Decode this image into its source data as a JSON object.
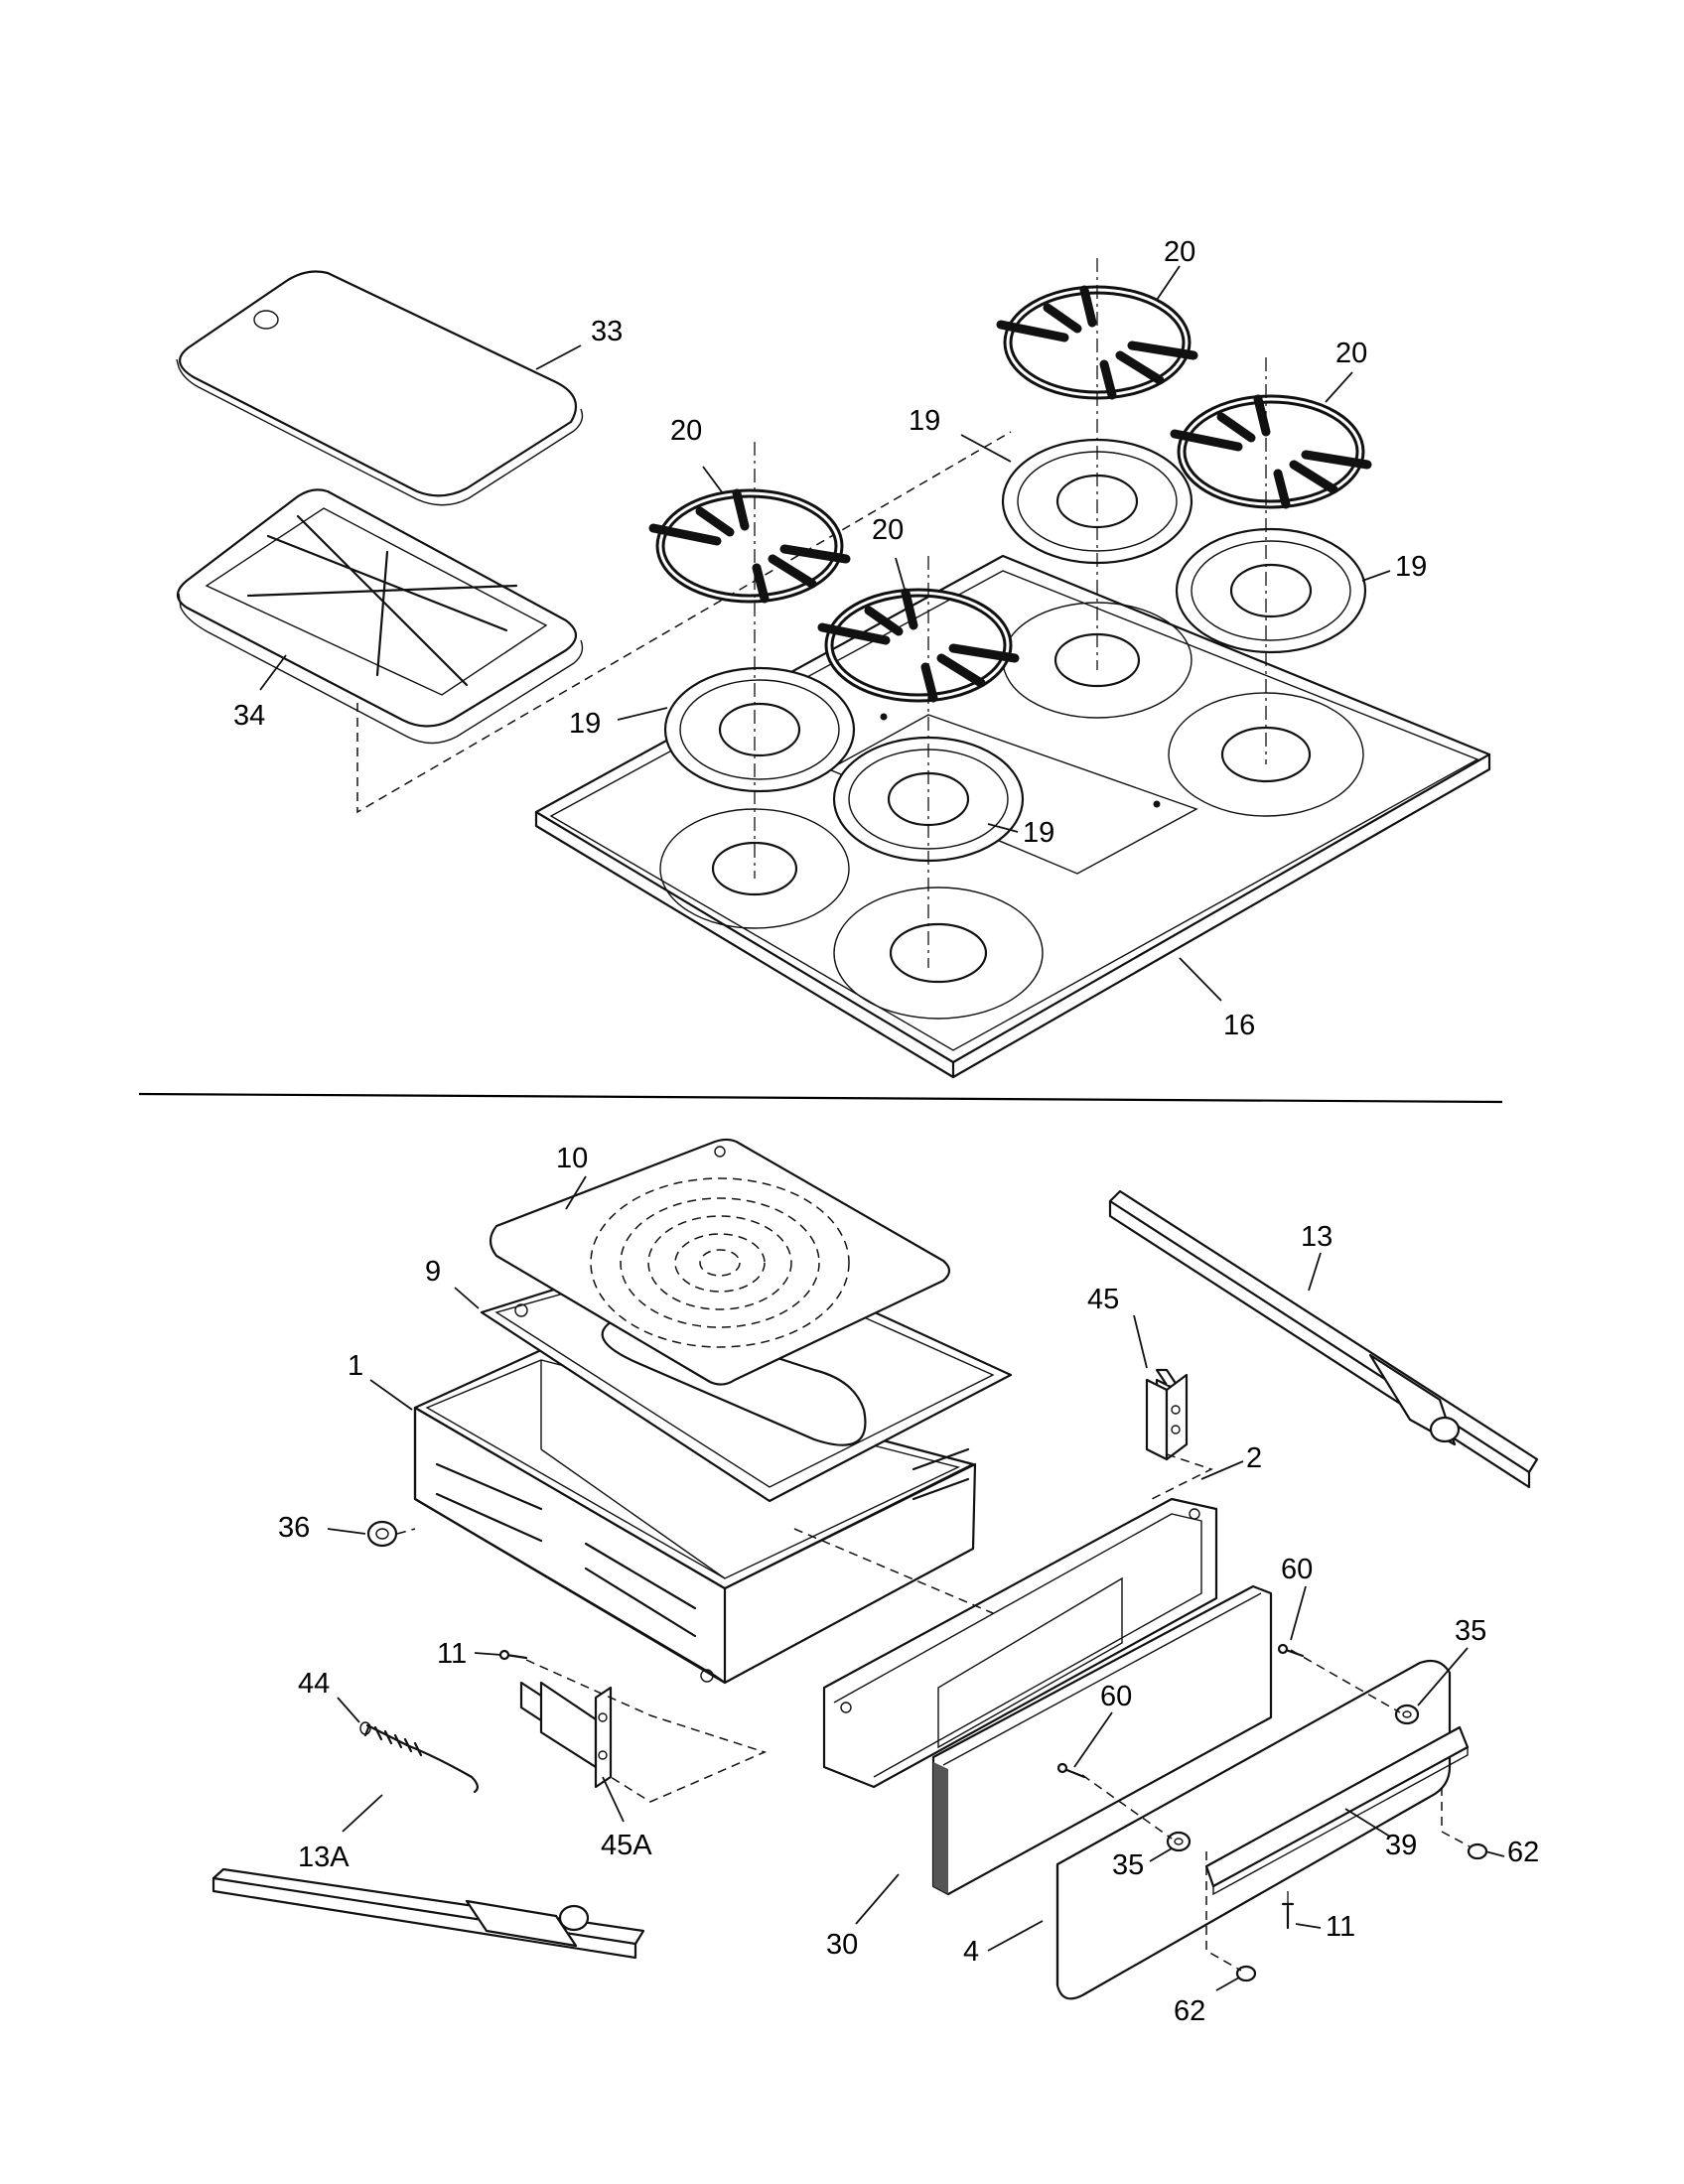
{
  "divider_color": "#000000",
  "callouts": {
    "c33": "33",
    "c34": "34",
    "c16": "16",
    "c19a": "19",
    "c19b": "19",
    "c19c": "19",
    "c19d": "19",
    "c20a": "20",
    "c20b": "20",
    "c20c": "20",
    "c20d": "20",
    "c10": "10",
    "c9": "9",
    "c1": "1",
    "c36": "36",
    "c13": "13",
    "c45": "45",
    "c2": "2",
    "c60a": "60",
    "c60b": "60",
    "c35a": "35",
    "c35b": "35",
    "c11a": "11",
    "c11b": "11",
    "c44": "44",
    "c45A": "45A",
    "c13A": "13A",
    "c30": "30",
    "c4": "4",
    "c39": "39",
    "c62a": "62",
    "c62b": "62"
  }
}
